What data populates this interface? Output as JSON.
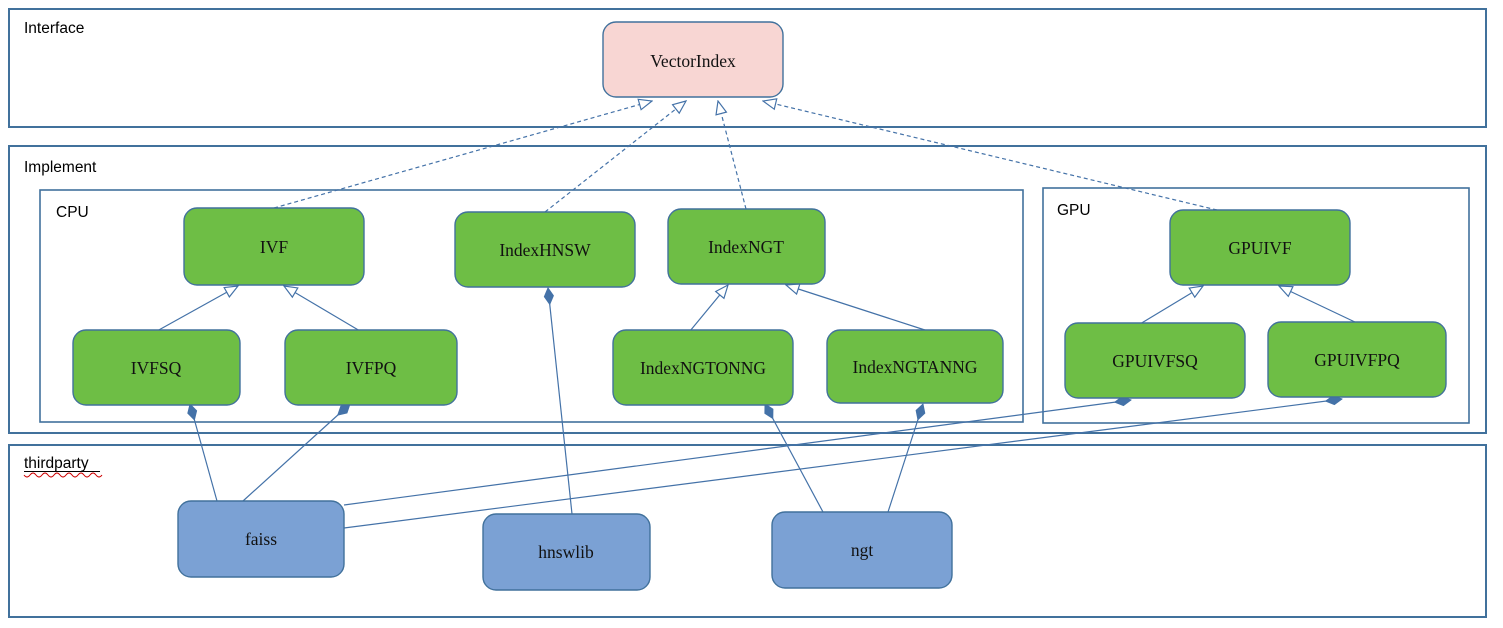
{
  "diagram_type": "class-architecture-diagram",
  "containers": {
    "interface": "Interface",
    "implement": "Implement",
    "cpu": "CPU",
    "gpu": "GPU",
    "thirdparty": "thirdparty"
  },
  "nodes": {
    "vectorindex": "VectorIndex",
    "ivf": "IVF",
    "indexhnsw": "IndexHNSW",
    "indexngt": "IndexNGT",
    "gpuivf": "GPUIVF",
    "ivfsq": "IVFSQ",
    "ivfpq": "IVFPQ",
    "indexngtonng": "IndexNGTONNG",
    "indexngtanng": "IndexNGTANNG",
    "gpuivfsq": "GPUIVFSQ",
    "gpuivfpq": "GPUIVFPQ",
    "faiss": "faiss",
    "hnswlib": "hnswlib",
    "ngt": "ngt"
  },
  "colors": {
    "connector": "#4472a8",
    "container_border": "#41719c",
    "node_border": "#41719c",
    "interface_node_fill": "#f8d6d3",
    "implement_node_fill": "#6ebe45",
    "thirdparty_node_fill": "#7ba1d4",
    "spellcheck_underline": "#cc0000"
  },
  "relationships": {
    "realizes_interface_dashed_hollow_arrow": [
      {
        "from": "IVF",
        "to": "VectorIndex"
      },
      {
        "from": "IndexHNSW",
        "to": "VectorIndex"
      },
      {
        "from": "IndexNGT",
        "to": "VectorIndex"
      },
      {
        "from": "GPUIVF",
        "to": "VectorIndex"
      }
    ],
    "inherits_solid_hollow_arrow": [
      {
        "from": "IVFSQ",
        "to": "IVF"
      },
      {
        "from": "IVFPQ",
        "to": "IVF"
      },
      {
        "from": "IndexNGTONNG",
        "to": "IndexNGT"
      },
      {
        "from": "IndexNGTANNG",
        "to": "IndexNGT"
      },
      {
        "from": "GPUIVFSQ",
        "to": "GPUIVF"
      },
      {
        "from": "GPUIVFPQ",
        "to": "GPUIVF"
      }
    ],
    "composition_filled_diamond_at_owner": [
      {
        "owner": "IVFSQ",
        "component": "faiss"
      },
      {
        "owner": "IVFPQ",
        "component": "faiss"
      },
      {
        "owner": "GPUIVFSQ",
        "component": "faiss"
      },
      {
        "owner": "GPUIVFPQ",
        "component": "faiss"
      },
      {
        "owner": "IndexHNSW",
        "component": "hnswlib"
      },
      {
        "owner": "IndexNGTONNG",
        "component": "ngt"
      },
      {
        "owner": "IndexNGTANNG",
        "component": "ngt"
      }
    ]
  }
}
